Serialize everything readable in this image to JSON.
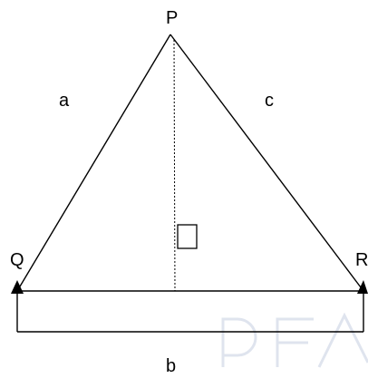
{
  "labels": {
    "vertex_p": "P",
    "vertex_q": "Q",
    "vertex_r": "R",
    "side_a": "a",
    "side_c": "c",
    "side_b": "b"
  },
  "colors": {
    "line": "#000000",
    "watermark": "#dfe4ee"
  }
}
